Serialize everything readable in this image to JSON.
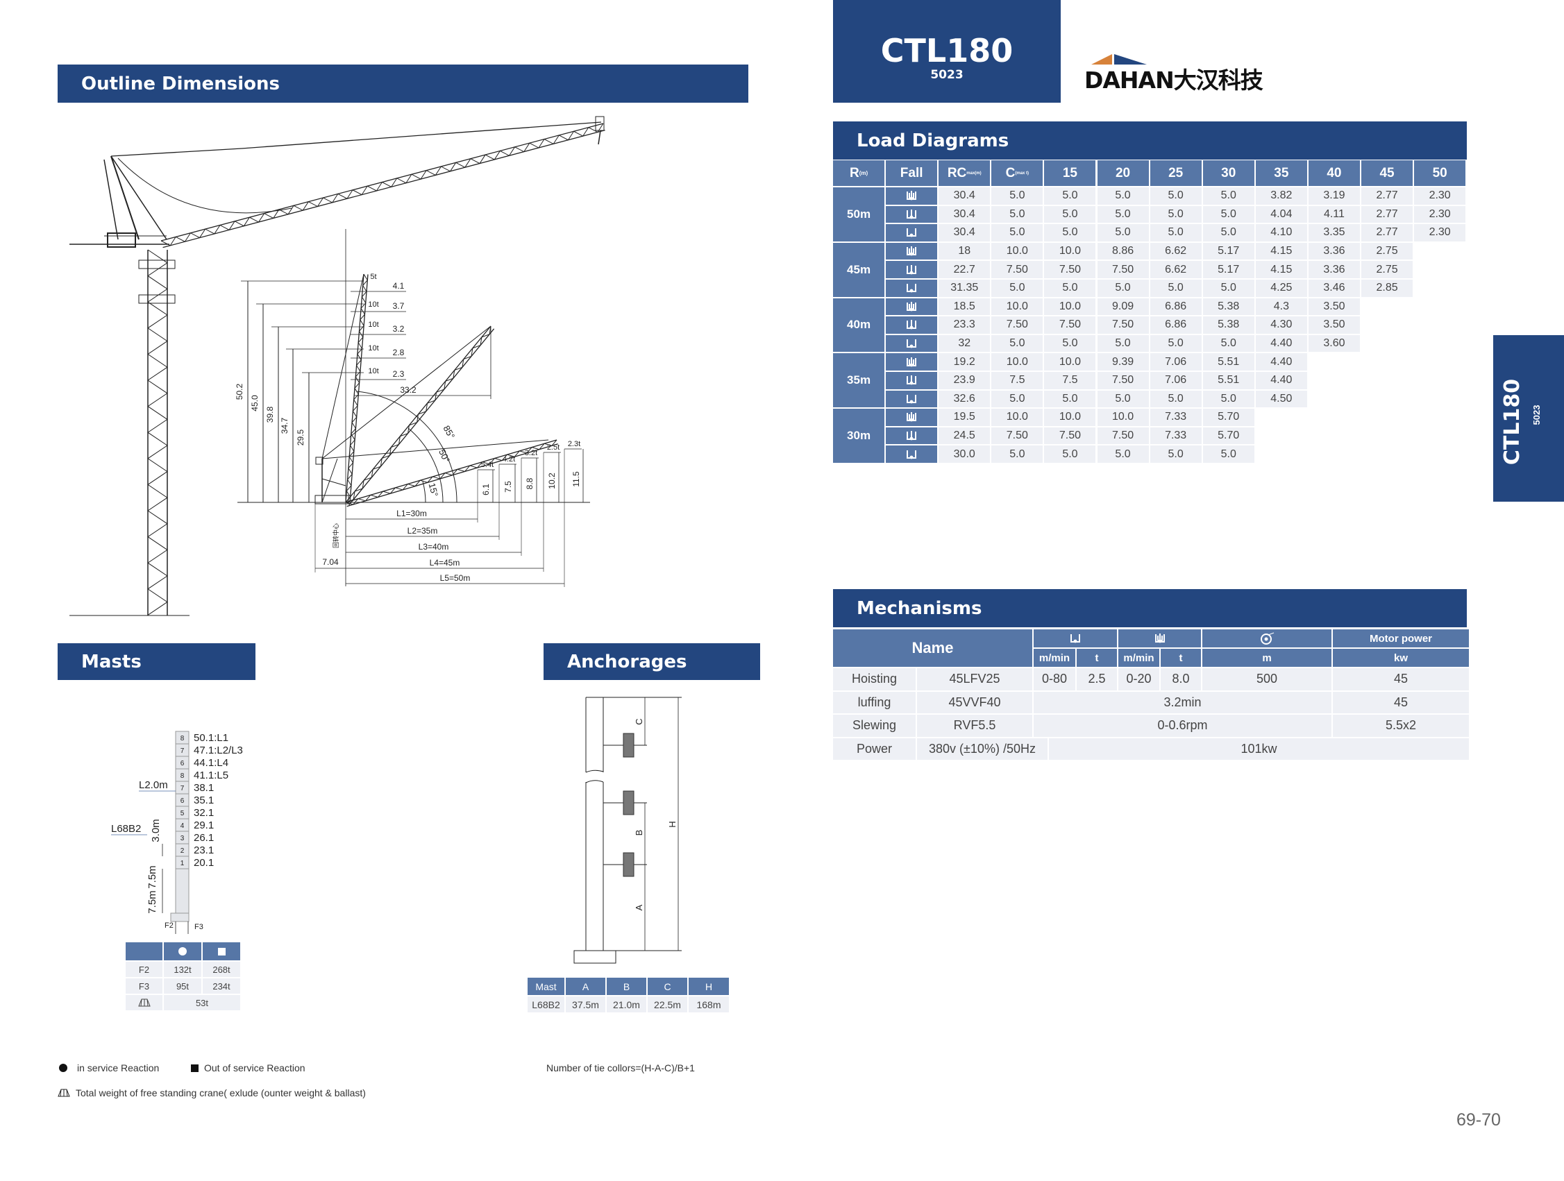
{
  "brand": {
    "model": "CTL180",
    "variant": "5023",
    "logo_text": "DAHAN大汉科技",
    "side_tab": "CTL180",
    "side_tab_sub": "5023",
    "colors": {
      "primary": "#23467f",
      "table_header": "#5676a6",
      "row": "#eef0f5",
      "logo_orange": "#d7823a"
    }
  },
  "sections": {
    "outline": "Outline Dimensions",
    "load": "Load Diagrams",
    "mechanisms": "Mechanisms",
    "masts": "Masts",
    "anchorages": "Anchorages"
  },
  "outline": {
    "heights": [
      "50.2",
      "45.0",
      "39.8",
      "34.7",
      "29.5"
    ],
    "radii": [
      "4.1",
      "3.7",
      "3.2",
      "2.8",
      "2.3",
      "33.2"
    ],
    "vertical_loads": [
      "5t",
      "10t",
      "10t",
      "10t",
      "10t"
    ],
    "angles": [
      "85°",
      "50°",
      "15°"
    ],
    "tip_loads": [
      "5.4t",
      "4.2t",
      "3.2t",
      "2.5t",
      "2.3t"
    ],
    "tip_heights": [
      "6.1",
      "7.5",
      "8.8",
      "10.2",
      "11.5"
    ],
    "lengths": [
      "L1=30m",
      "L2=35m",
      "L3=40m",
      "L4=45m",
      "L5=50m"
    ],
    "tail": "7.04",
    "center_label": "回转中心"
  },
  "load_table": {
    "headers": {
      "r": "R",
      "r_unit": "(m)",
      "fall": "Fall",
      "rc": "RC",
      "rc_unit": "max(m)",
      "c": "C",
      "c_unit": "(max t)",
      "radii": [
        "15",
        "20",
        "25",
        "30",
        "35",
        "40",
        "45",
        "50"
      ]
    },
    "groups": [
      {
        "jib": "50m",
        "rows": [
          {
            "fall": "4-fall-icon",
            "rc": "30.4",
            "c": "5.0",
            "values": [
              "5.0",
              "5.0",
              "5.0",
              "5.0",
              "3.82",
              "3.19",
              "2.77",
              "2.30"
            ]
          },
          {
            "fall": "2-fall-mixed-icon",
            "rc": "30.4",
            "c": "5.0",
            "values": [
              "5.0",
              "5.0",
              "5.0",
              "5.0",
              "4.04",
              "4.11",
              "2.77",
              "2.30"
            ]
          },
          {
            "fall": "2-fall-icon",
            "rc": "30.4",
            "c": "5.0",
            "values": [
              "5.0",
              "5.0",
              "5.0",
              "5.0",
              "4.10",
              "3.35",
              "2.77",
              "2.30"
            ]
          }
        ]
      },
      {
        "jib": "45m",
        "rows": [
          {
            "fall": "4-fall-icon",
            "rc": "18",
            "c": "10.0",
            "values": [
              "10.0",
              "8.86",
              "6.62",
              "5.17",
              "4.15",
              "3.36",
              "2.75"
            ]
          },
          {
            "fall": "2-fall-mixed-icon",
            "rc": "22.7",
            "c": "7.50",
            "values": [
              "7.50",
              "7.50",
              "6.62",
              "5.17",
              "4.15",
              "3.36",
              "2.75"
            ]
          },
          {
            "fall": "2-fall-icon",
            "rc": "31.35",
            "c": "5.0",
            "values": [
              "5.0",
              "5.0",
              "5.0",
              "5.0",
              "4.25",
              "3.46",
              "2.85"
            ]
          }
        ]
      },
      {
        "jib": "40m",
        "rows": [
          {
            "fall": "4-fall-icon",
            "rc": "18.5",
            "c": "10.0",
            "values": [
              "10.0",
              "9.09",
              "6.86",
              "5.38",
              "4.3",
              "3.50"
            ]
          },
          {
            "fall": "2-fall-mixed-icon",
            "rc": "23.3",
            "c": "7.50",
            "values": [
              "7.50",
              "7.50",
              "6.86",
              "5.38",
              "4.30",
              "3.50"
            ]
          },
          {
            "fall": "2-fall-icon",
            "rc": "32",
            "c": "5.0",
            "values": [
              "5.0",
              "5.0",
              "5.0",
              "5.0",
              "4.40",
              "3.60"
            ]
          }
        ]
      },
      {
        "jib": "35m",
        "rows": [
          {
            "fall": "4-fall-icon",
            "rc": "19.2",
            "c": "10.0",
            "values": [
              "10.0",
              "9.39",
              "7.06",
              "5.51",
              "4.40"
            ]
          },
          {
            "fall": "2-fall-mixed-icon",
            "rc": "23.9",
            "c": "7.5",
            "values": [
              "7.5",
              "7.50",
              "7.06",
              "5.51",
              "4.40"
            ]
          },
          {
            "fall": "2-fall-icon",
            "rc": "32.6",
            "c": "5.0",
            "values": [
              "5.0",
              "5.0",
              "5.0",
              "5.0",
              "4.50"
            ]
          }
        ]
      },
      {
        "jib": "30m",
        "rows": [
          {
            "fall": "4-fall-icon",
            "rc": "19.5",
            "c": "10.0",
            "values": [
              "10.0",
              "10.0",
              "7.33",
              "5.70"
            ]
          },
          {
            "fall": "2-fall-mixed-icon",
            "rc": "24.5",
            "c": "7.50",
            "values": [
              "7.50",
              "7.50",
              "7.33",
              "5.70"
            ]
          },
          {
            "fall": "2-fall-icon",
            "rc": "30.0",
            "c": "5.0",
            "values": [
              "5.0",
              "5.0",
              "5.0",
              "5.0"
            ]
          }
        ]
      }
    ]
  },
  "mechanisms": {
    "headers": {
      "name": "Name",
      "motor": "Motor power",
      "mmin1": "m/min",
      "t1": "t",
      "mmin2": "m/min",
      "t2": "t",
      "m": "m",
      "kw": "kw",
      "icons": [
        "2-fall-icon",
        "4-fall-icon",
        "drum-icon"
      ]
    },
    "hoisting": {
      "label": "Hoisting",
      "model": "45LFV25",
      "speed2": "0-80",
      "load2": "2.5",
      "speed4": "0-20",
      "load4": "8.0",
      "rope": "500",
      "kw": "45"
    },
    "luffing": {
      "label": "luffing",
      "model": "45VVF40",
      "value": "3.2min",
      "kw": "45"
    },
    "slewing": {
      "label": "Slewing",
      "model": "RVF5.5",
      "value": "0-0.6rpm",
      "kw": "5.5x2"
    },
    "power": {
      "label": "Power",
      "model": "380v (±10%) /50Hz",
      "value": "101kw"
    }
  },
  "masts": {
    "segments": [
      {
        "n": "8",
        "h": "50.1:L1"
      },
      {
        "n": "7",
        "h": "47.1:L2/L3"
      },
      {
        "n": "6",
        "h": "44.1:L4"
      },
      {
        "n": "8",
        "h": "41.1:L5"
      },
      {
        "n": "7",
        "h": "38.1"
      },
      {
        "n": "6",
        "h": "35.1"
      },
      {
        "n": "5",
        "h": "32.1"
      },
      {
        "n": "4",
        "h": "29.1"
      },
      {
        "n": "3",
        "h": "26.1"
      },
      {
        "n": "2",
        "h": "23.1"
      },
      {
        "n": "1",
        "h": "20.1"
      }
    ],
    "labels": {
      "l2": "L2.0m",
      "l68": "L68B2",
      "dim3": "3.0m",
      "dim75a": "7.5m",
      "dim75b": "7.5m",
      "f2": "F2",
      "f3": "F3"
    },
    "table": {
      "rows": [
        {
          "label": "F2",
          "in": "132t",
          "out": "268t"
        },
        {
          "label": "F3",
          "in": "95t",
          "out": "234t"
        }
      ],
      "total": "53t"
    }
  },
  "anchorages": {
    "labels": {
      "a": "A",
      "b": "B",
      "c": "C",
      "h": "H"
    },
    "table": {
      "headers": [
        "Mast",
        "A",
        "B",
        "C",
        "H"
      ],
      "row": [
        "L68B2",
        "37.5m",
        "21.0m",
        "22.5m",
        "168m"
      ]
    }
  },
  "legend": {
    "in_service": "in service Reaction",
    "out_service": "Out of service Reaction",
    "total_weight": "Total weight of free standing crane( exlude (ounter weight & ballast)",
    "tie_formula": "Number of tie collors=(H-A-C)/B+1"
  },
  "page_number": "69-70"
}
